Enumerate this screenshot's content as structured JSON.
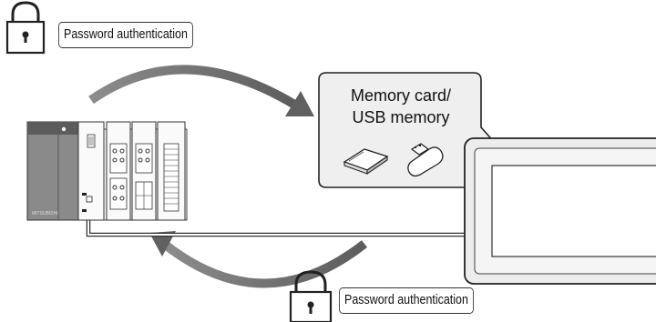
{
  "top_auth": {
    "label": "Password authentication",
    "icon": "padlock-icon"
  },
  "bottom_auth": {
    "label": "Password authentication",
    "icon": "padlock-icon"
  },
  "media_bubble": {
    "line1": "Memory card/",
    "line2": "USB memory",
    "icons": [
      "memory-card-icon",
      "usb-memory-icon"
    ]
  },
  "plc": {
    "brand": "MITSUBISHI"
  },
  "colors": {
    "plc_dark": "#7d7d7d",
    "arrow": "#6e6e6e",
    "panel": "#efefef"
  }
}
